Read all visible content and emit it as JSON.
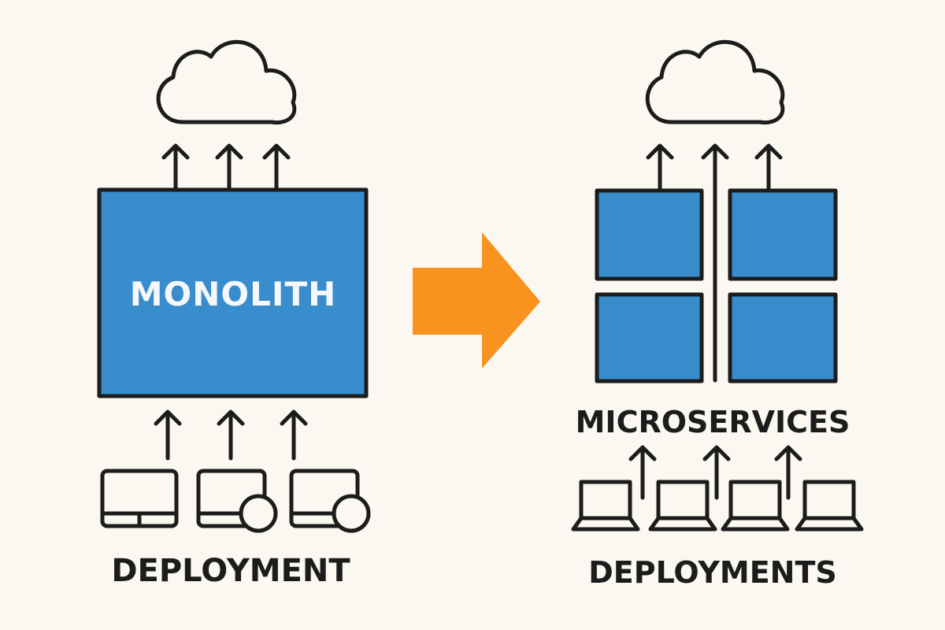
{
  "monolith": {
    "box_label": "MONOLITH",
    "caption": "DEPLOYMENT"
  },
  "microservices": {
    "caption": "MICROSERVICES",
    "deploy_caption": "DEPLOYMENTS"
  },
  "colors": {
    "background": "#fbf8f1",
    "box_fill": "#3a8dcc",
    "transition_arrow": "#f7931e",
    "outline": "#1c1c1c",
    "box_label_text": "#f4f7fb"
  },
  "icons": {
    "cloud": "cloud-icon",
    "up_arrow": "up-arrow-icon",
    "laptop": "laptop-icon",
    "transition": "right-arrow-icon"
  }
}
